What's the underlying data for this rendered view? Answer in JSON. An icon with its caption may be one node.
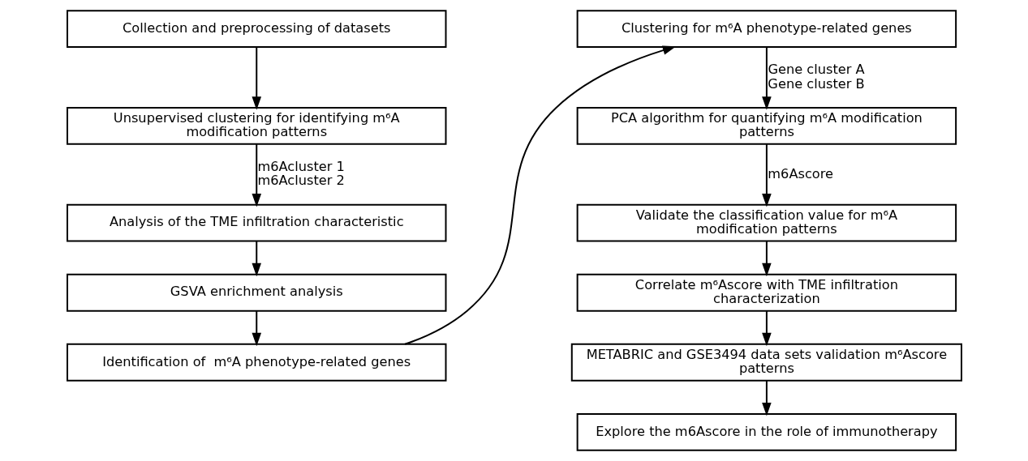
{
  "diagram": {
    "nodes": [
      {
        "text": [
          "Collection and preprocessing of datasets"
        ]
      },
      {
        "text": [
          "Unsupervised clustering for identifying m⁶A modification patterns"
        ]
      },
      {
        "text": [
          "Analysis of the TME infiltration characteristic"
        ]
      },
      {
        "text": [
          "GSVA enrichment analysis"
        ]
      },
      {
        "text": [
          "Identification of  m⁶A phenotype-related genes"
        ]
      },
      {
        "text": [
          "Clustering for m⁶A phenotype-related genes"
        ]
      },
      {
        "text": [
          "PCA algorithm for quantifying m⁶A modification patterns"
        ]
      },
      {
        "text": [
          "Validate the classification value for m⁶A modification patterns"
        ]
      },
      {
        "text": [
          "Correlate m⁶Ascore with TME infiltration characterization"
        ]
      },
      {
        "text": [
          "METABRIC and GSE3494 data sets validation m⁶Ascore patterns"
        ]
      },
      {
        "text": [
          "Explore the m6Ascore in the role of immunotherapy"
        ]
      }
    ],
    "edges": [
      {
        "from": 0,
        "to": 1,
        "arrow": "to"
      },
      {
        "from": 1,
        "to": 2,
        "arrow": "to",
        "label": "m6Acluster 1 m6Acluster 2"
      },
      {
        "from": 2,
        "to": 3,
        "arrow": "to"
      },
      {
        "from": 3,
        "to": 4,
        "arrow": "to"
      },
      {
        "from": 4,
        "to": 5,
        "arrow": "to"
      },
      {
        "from": 5,
        "to": 6,
        "arrow": "to",
        "label": "Gene cluster A Gene cluster B"
      },
      {
        "from": 6,
        "to": 7,
        "arrow": "to",
        "label": "m6Ascore"
      },
      {
        "from": 7,
        "to": 8,
        "arrow": "to"
      },
      {
        "from": 8,
        "to": 9,
        "arrow": "to"
      },
      {
        "from": 9,
        "to": 10,
        "arrow": "to"
      }
    ]
  }
}
